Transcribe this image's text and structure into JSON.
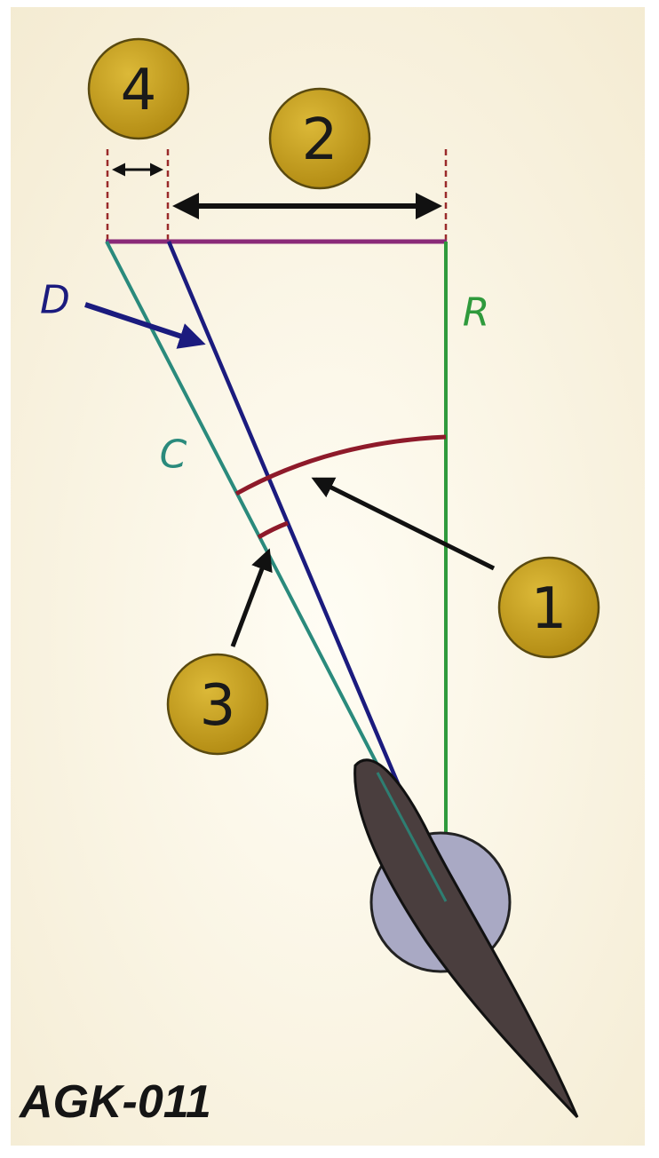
{
  "figure": {
    "code": "AGK-011"
  },
  "line_labels": {
    "d": "D",
    "r": "R",
    "c": "C"
  },
  "badges": [
    {
      "id": "badge-1",
      "label": "1"
    },
    {
      "id": "badge-2",
      "label": "2"
    },
    {
      "id": "badge-3",
      "label": "3"
    },
    {
      "id": "badge-4",
      "label": "4"
    }
  ],
  "colors": {
    "background_center": "#fffdf4",
    "background_edge": "#f4ebd2",
    "badge_fill": "#c5a01e",
    "badge_stroke": "#5a4a10",
    "top_line": "#8a2a78",
    "d_line": "#1b1b7e",
    "c_line": "#2a8a7c",
    "r_line": "#2f9a3c",
    "angle_arc": "#8e1a2a",
    "blade_fill": "#4a3e3e",
    "hub_fill": "#a9a9c4",
    "arrow": "#111111",
    "dashed_guide": "#9a2a2a"
  }
}
